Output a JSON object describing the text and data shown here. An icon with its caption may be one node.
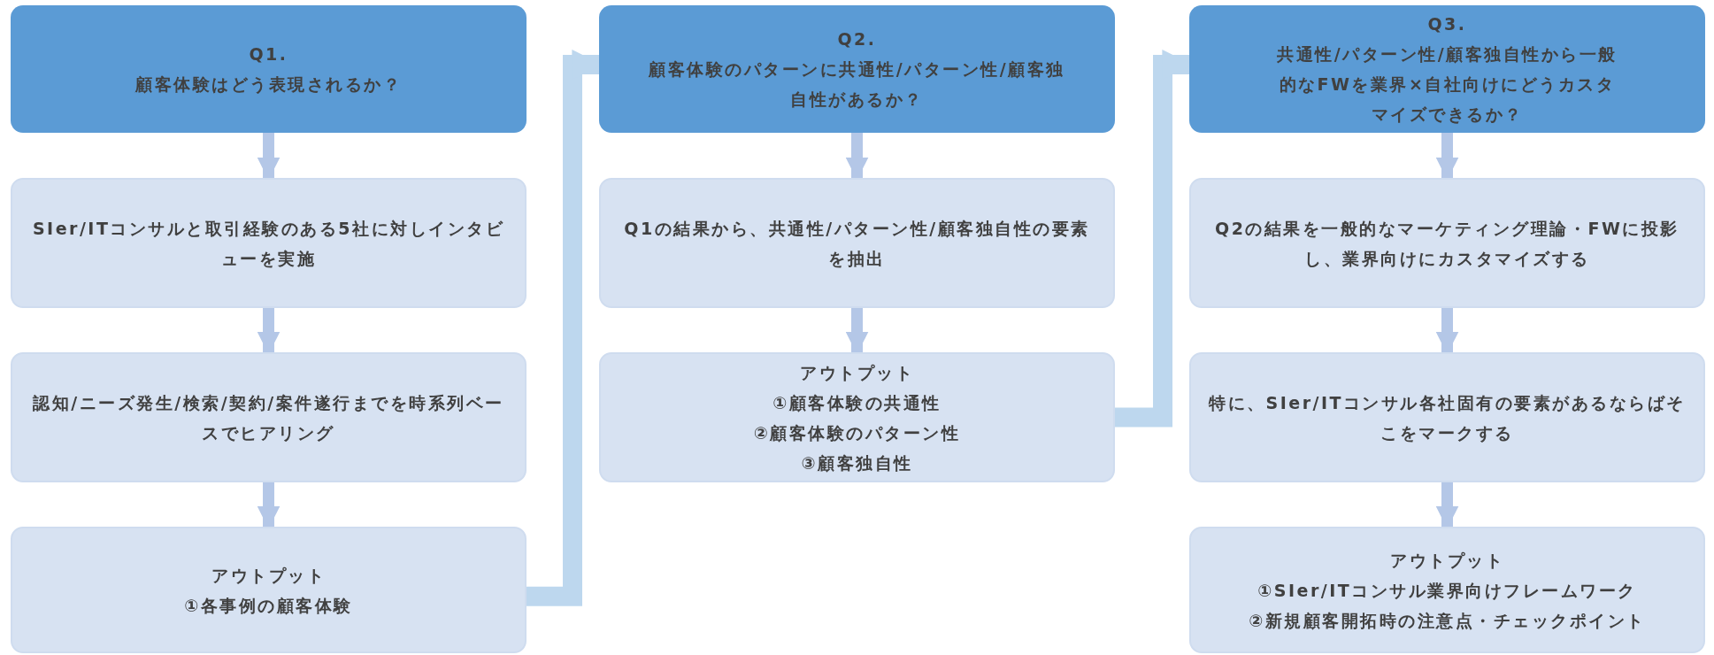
{
  "diagram": {
    "nodes": [
      {
        "text": [
          "Q1.",
          "顧客体験はどう表現されるか？"
        ]
      },
      {
        "text": [
          "SIer/ITコンサルと取引経験のある5社に対しインタビューを実施"
        ]
      },
      {
        "text": [
          "認知/ニーズ発生/検索/契約/案件遂行までを時系列ベースでヒアリング"
        ]
      },
      {
        "text": [
          "アウトプット",
          "①各事例の顧客体験"
        ]
      },
      {
        "text": [
          "Q2.",
          "顧客体験のパターンに共通性/パターン性/顧客独自性があるか？"
        ]
      },
      {
        "text": [
          "Q1の結果から、共通性/パターン性/顧客独自性の要素を抽出"
        ]
      },
      {
        "text": [
          "アウトプット",
          "①顧客体験の共通性",
          "②顧客体験のパターン性",
          "③顧客独自性"
        ]
      },
      {
        "text": [
          "Q3.",
          "共通性/パターン性/顧客独自性から一般的なFWを業界×自社向けにどうカスタマイズできるか？"
        ]
      },
      {
        "text": [
          "Q2の結果を一般的なマーケティング理論・FWに投影し、業界向けにカスタマイズする"
        ]
      },
      {
        "text": [
          "特に、SIer/ITコンサル各社固有の要素があるならばそこをマークする"
        ]
      },
      {
        "text": [
          "アウトプット",
          "①SIer/ITコンサル業界向けフレームワーク",
          "②新規顧客開拓時の注意点・チェックポイント"
        ]
      }
    ],
    "edges": [
      {
        "from": 0,
        "to": 1,
        "arrow": "to"
      },
      {
        "from": 1,
        "to": 2,
        "arrow": "to"
      },
      {
        "from": 2,
        "to": 3,
        "arrow": "to"
      },
      {
        "from": 3,
        "to": 4,
        "arrow": "to"
      },
      {
        "from": 4,
        "to": 5,
        "arrow": "to"
      },
      {
        "from": 5,
        "to": 6,
        "arrow": "to"
      },
      {
        "from": 6,
        "to": 7,
        "arrow": "to"
      },
      {
        "from": 7,
        "to": 8,
        "arrow": "to"
      },
      {
        "from": 8,
        "to": 9,
        "arrow": "to"
      },
      {
        "from": 9,
        "to": 10,
        "arrow": "to"
      }
    ]
  }
}
